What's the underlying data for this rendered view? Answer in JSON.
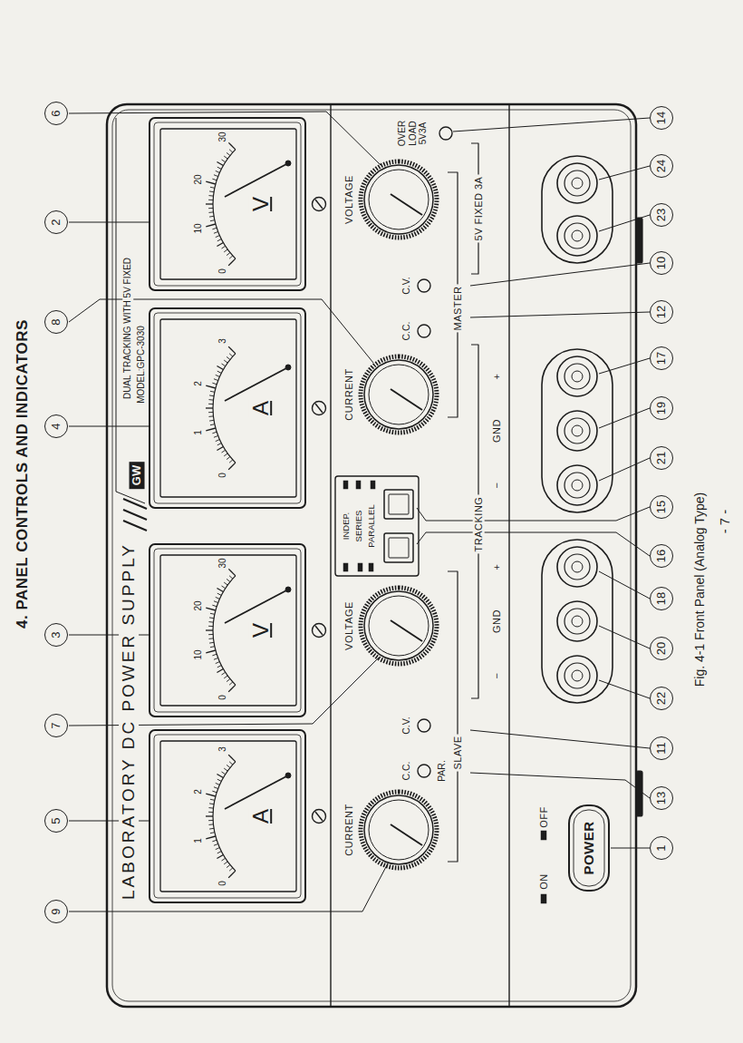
{
  "diagram": {
    "title": "4. PANEL CONTROLS AND INDICATORS",
    "caption": "Fig. 4-1 Front Panel (Analog Type)",
    "labels": [
      "LABORATORY DC POWER SUPPLY",
      "GW",
      "DUAL TRACKING WITH 5V FIXED",
      "MODEL:GPC-3030",
      "0",
      "1",
      "2",
      "3",
      "A",
      "0",
      "10",
      "20",
      "30",
      "V",
      "0",
      "1",
      "2",
      "3",
      "A",
      "0",
      "10",
      "20",
      "30",
      "V",
      "CURRENT",
      "VOLTAGE",
      "CURRENT",
      "VOLTAGE",
      "OVER LOAD 5V3A",
      "C.C.",
      "C.V.",
      "PAR.",
      "SLAVE",
      "C.C.",
      "C.V.",
      "MASTER",
      "INDEP.",
      "SERIES",
      "PARALLEL",
      "TRACKING",
      "5V FIXED 3A",
      "−",
      "GND",
      "+",
      "−",
      "GND",
      "+",
      "ON",
      "OFF",
      "POWER",
      "9",
      "5",
      "7",
      "3",
      "4",
      "8",
      "2",
      "6",
      "1",
      "13",
      "11",
      "22",
      "20",
      "18",
      "16",
      "15",
      "21",
      "19",
      "17",
      "12",
      "10",
      "23",
      "24",
      "14",
      "- 7 -"
    ]
  }
}
